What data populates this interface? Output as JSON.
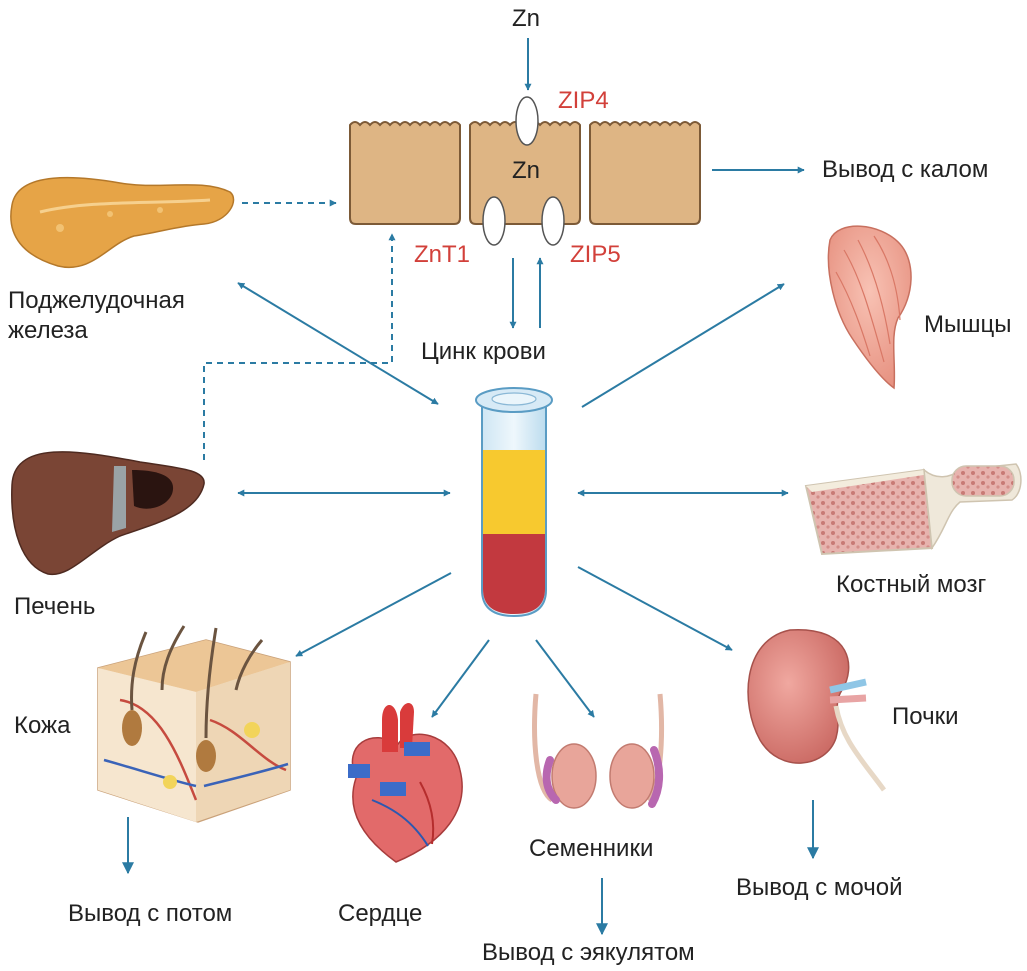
{
  "input_label": "Zn",
  "enterocyte_label": "Zn",
  "transporters": {
    "zip4": "ZIP4",
    "znt1": "ZnT1",
    "zip5": "ZIP5"
  },
  "blood_label": "Цинк крови",
  "outputs": {
    "feces": "Вывод с калом",
    "sweat": "Вывод с потом",
    "ejaculate": "Вывод с эякулятом",
    "urine": "Вывод с мочой"
  },
  "organs": {
    "pancreas": [
      "Поджелудочная",
      "железа"
    ],
    "liver": "Печень",
    "skin": "Кожа",
    "heart": "Сердце",
    "testes": "Семенники",
    "kidneys": "Почки",
    "muscles": "Мышцы",
    "bone_marrow": "Костный мозг"
  },
  "colors": {
    "arrow": "#2b7ba3",
    "transporter_text": "#d2403a",
    "cell_fill": "#deb584",
    "cell_stroke": "#7c5a37",
    "plasma": "#f7c92f",
    "blood": "#c2393f"
  }
}
